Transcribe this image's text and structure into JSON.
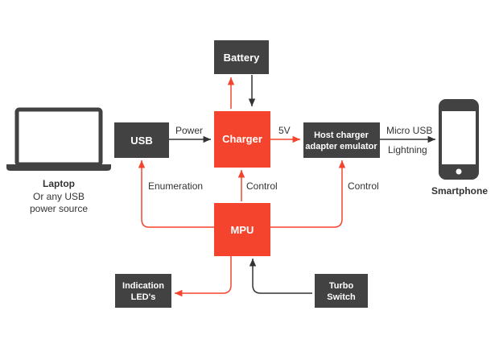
{
  "colors": {
    "dark_box": "#424242",
    "accent": "#f4442e",
    "line_dark": "#333333",
    "line_accent": "#f4442e",
    "text": "#333333"
  },
  "nodes": {
    "battery": "Battery",
    "usb": "USB",
    "charger": "Charger",
    "host_line1": "Host charger",
    "host_line2": "adapter emulator",
    "mpu": "MPU",
    "indication_line1": "Indication",
    "indication_line2": "LED's",
    "turbo_line1": "Turbo",
    "turbo_line2": "Switch"
  },
  "devices": {
    "laptop_title": "Laptop",
    "laptop_sub1": "Or any USB",
    "laptop_sub2": "power source",
    "smartphone": "Smartphone",
    "laptop_icon": "laptop-icon",
    "smartphone_icon": "smartphone-icon"
  },
  "edge_labels": {
    "power": "Power",
    "fivev": "5V",
    "micro_usb": "Micro USB",
    "lightning": "Lightning",
    "enumeration": "Enumeration",
    "control_center": "Control",
    "control_right": "Control"
  }
}
